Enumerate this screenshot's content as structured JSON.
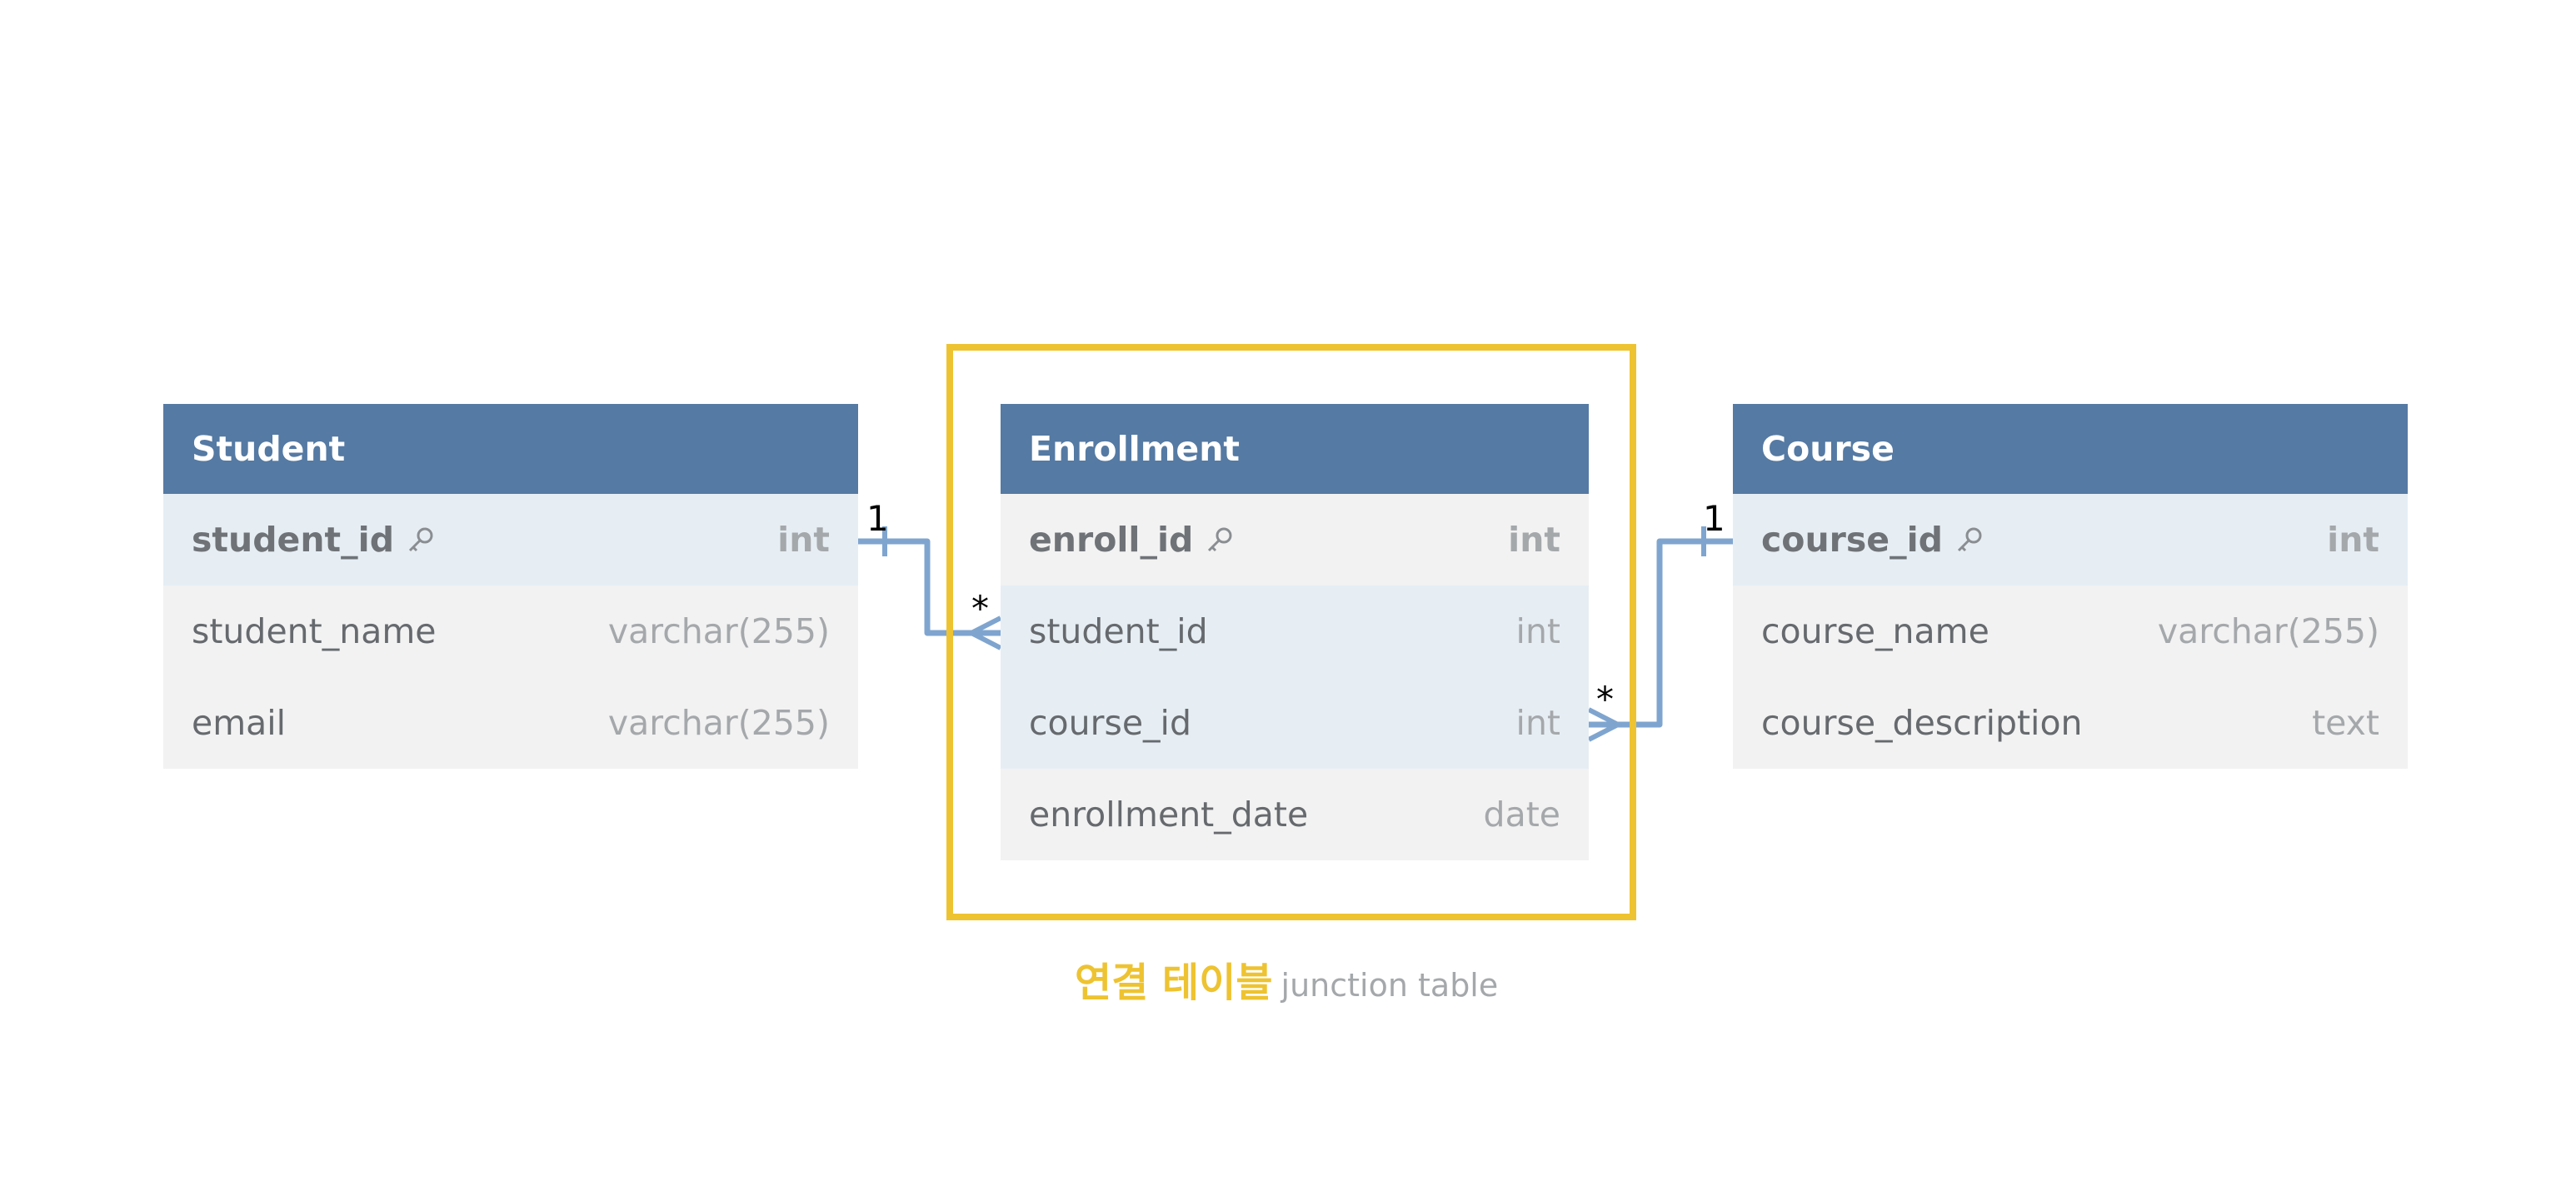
{
  "tables": {
    "student": {
      "title": "Student",
      "columns": [
        {
          "name": "student_id",
          "type": "int"
        },
        {
          "name": "student_name",
          "type": "varchar(255)"
        },
        {
          "name": "email",
          "type": "varchar(255)"
        }
      ]
    },
    "enrollment": {
      "title": "Enrollment",
      "columns": [
        {
          "name": "enroll_id",
          "type": "int"
        },
        {
          "name": "student_id",
          "type": "int"
        },
        {
          "name": "course_id",
          "type": "int"
        },
        {
          "name": "enrollment_date",
          "type": "date"
        }
      ]
    },
    "course": {
      "title": "Course",
      "columns": [
        {
          "name": "course_id",
          "type": "int"
        },
        {
          "name": "course_name",
          "type": "varchar(255)"
        },
        {
          "name": "course_description",
          "type": "text"
        }
      ]
    }
  },
  "relations": [
    {
      "from": "Student.student_id",
      "to": "Enrollment.student_id",
      "from_card": "1",
      "to_card": "*"
    },
    {
      "from": "Course.course_id",
      "to": "Enrollment.course_id",
      "from_card": "1",
      "to_card": "*"
    }
  ],
  "caption": {
    "korean": "연결 테이블",
    "english": "junction table"
  },
  "colors": {
    "header": "#557aa3",
    "highlight": "#eec331",
    "edge": "#7fa5cf"
  },
  "icons": {
    "primary_key": "key-icon"
  }
}
